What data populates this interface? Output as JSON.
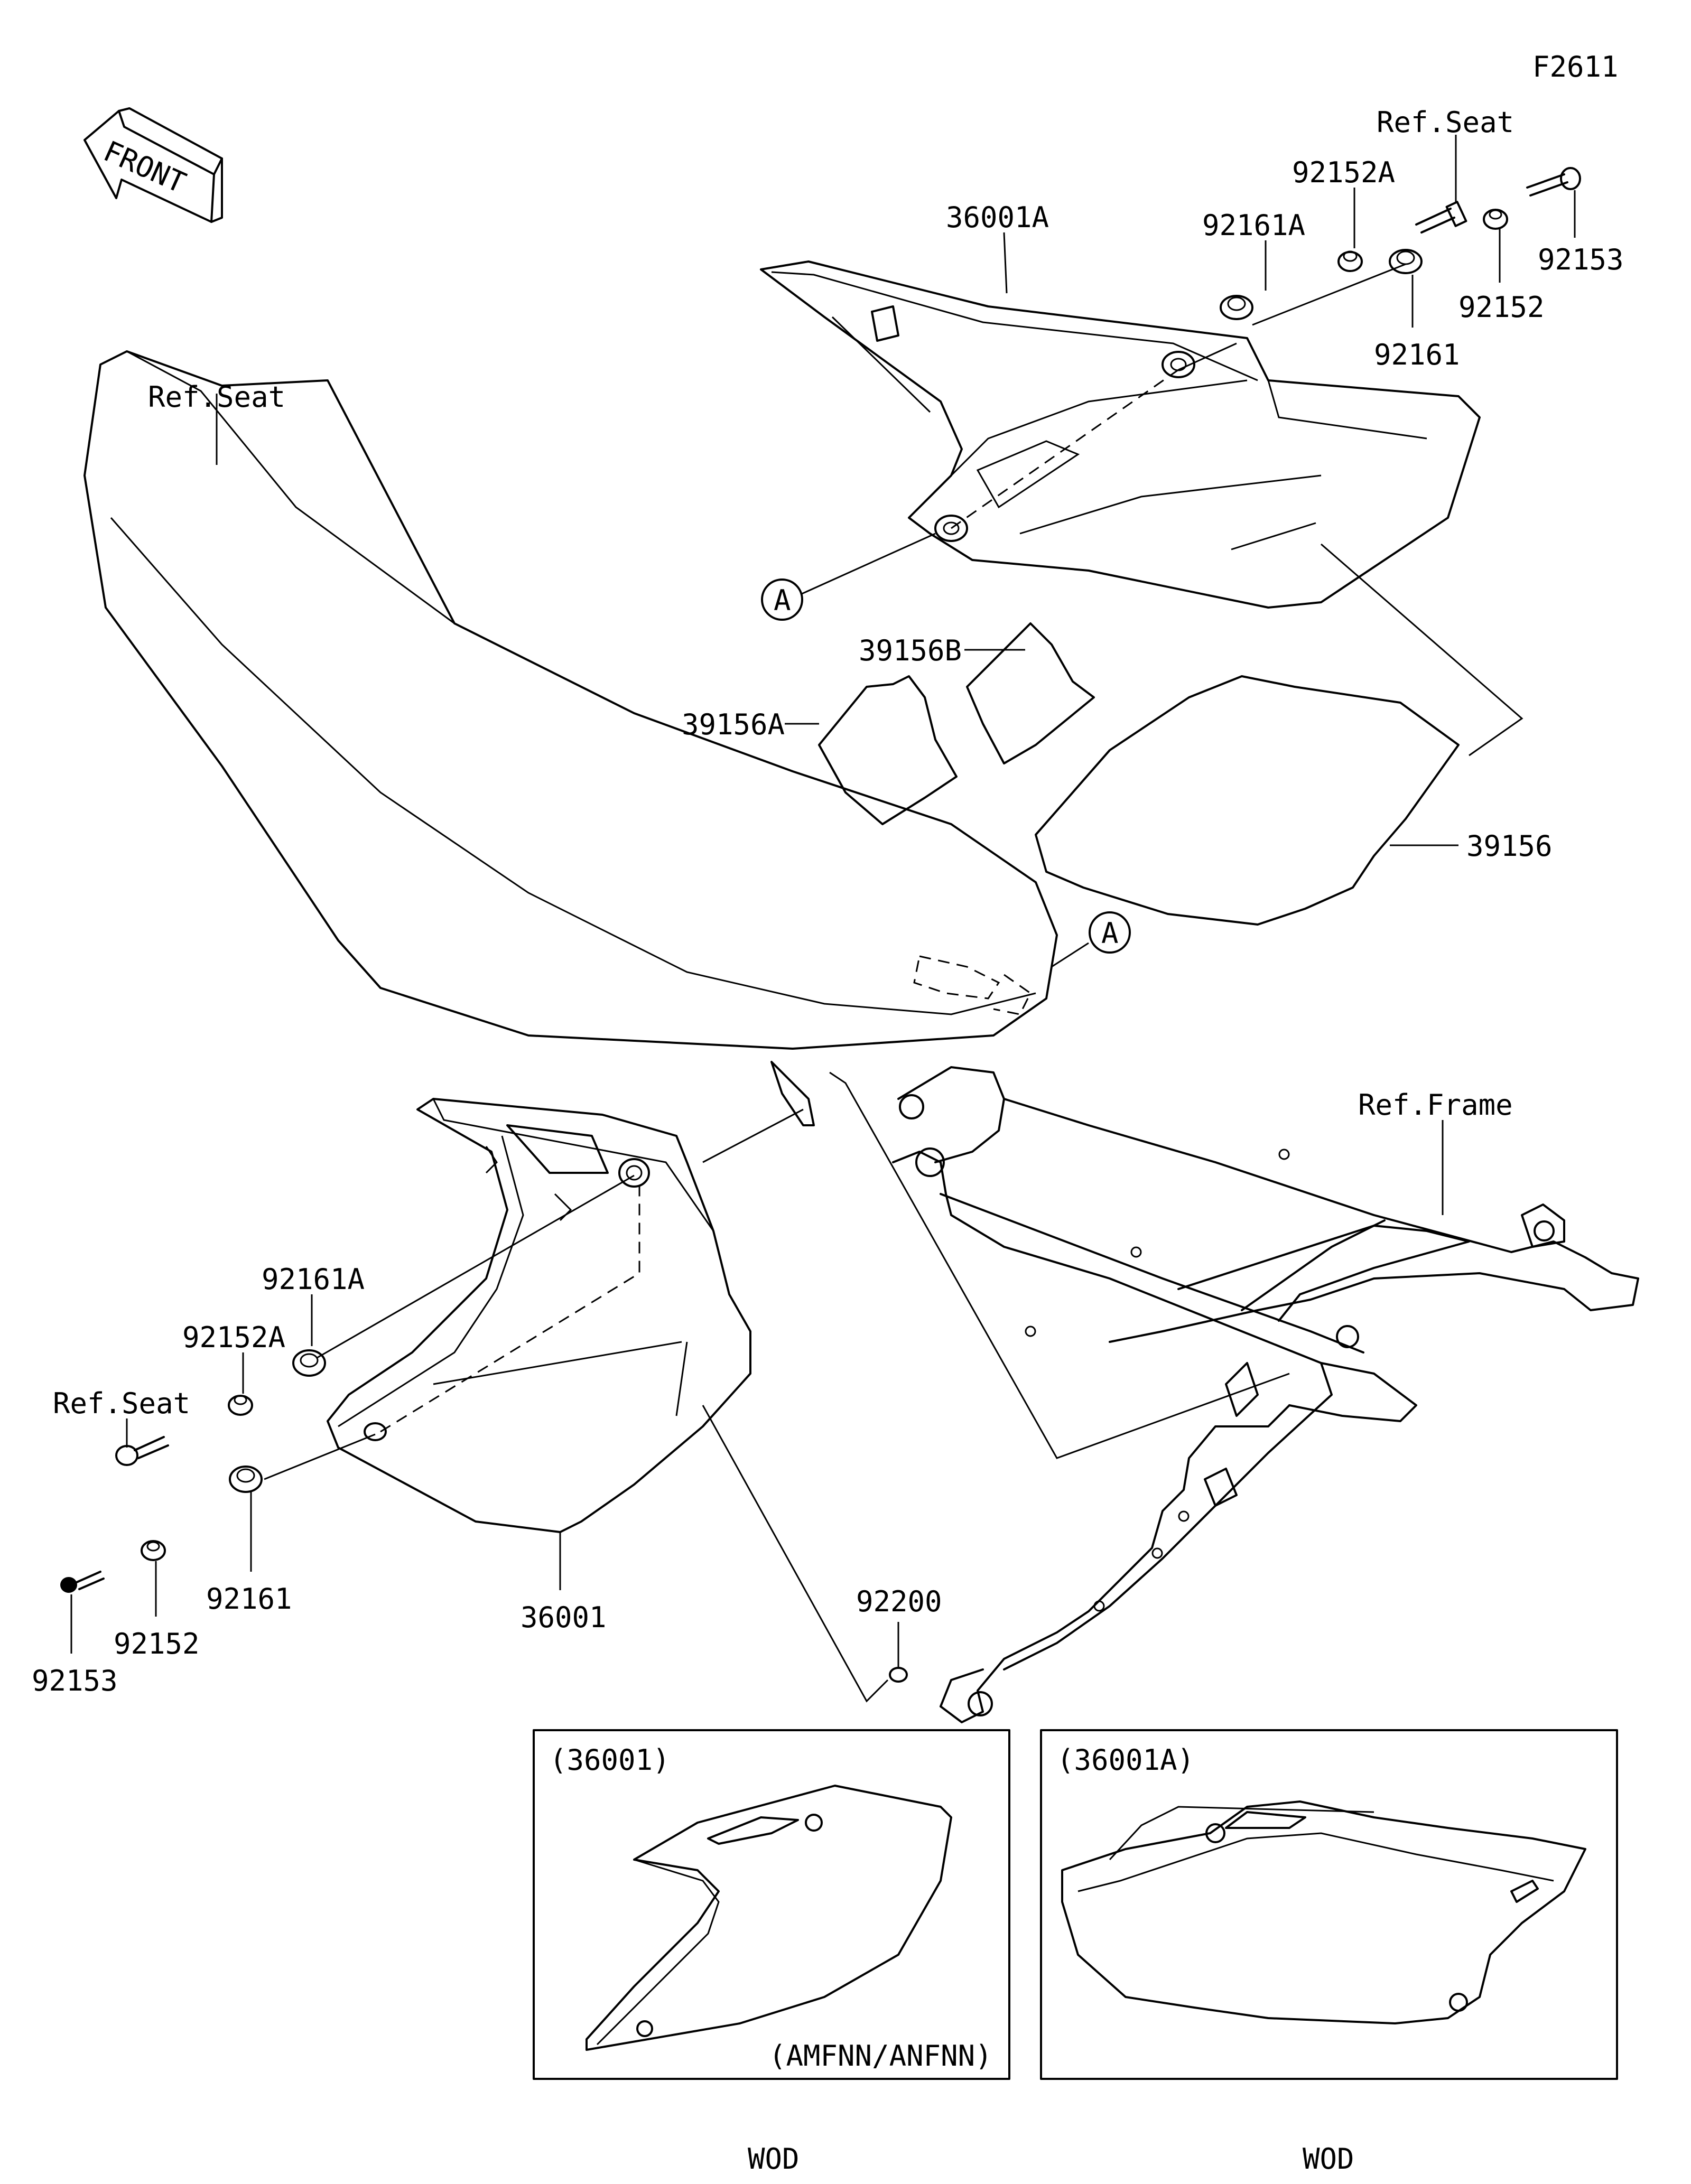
{
  "figure_code": "F2611",
  "front_label": "FRONT",
  "callout_a": "A",
  "labels": {
    "p36001A": "36001A",
    "p92161A_top": "92161A",
    "p92152A_top": "92152A",
    "refseat_top_right": "Ref.Seat",
    "p92153_top": "92153",
    "p92152_top": "92152",
    "p92161_top": "92161",
    "refseat_left": "Ref.Seat",
    "p39156B": "39156B",
    "p39156A": "39156A",
    "p39156": "39156",
    "ref_frame": "Ref.Frame",
    "p92161A_left": "92161A",
    "p92152A_left": "92152A",
    "refseat_bottom_left": "Ref.Seat",
    "p92161_bottom": "92161",
    "p36001": "36001",
    "p92200": "92200",
    "p92152_bottom": "92152",
    "p92153_bottom": "92153"
  },
  "inset_left": {
    "title": "(36001)",
    "note": "(AMFNN/ANFNN)",
    "color": "WOD"
  },
  "inset_right": {
    "title": "(36001A)",
    "color": "WOD"
  }
}
